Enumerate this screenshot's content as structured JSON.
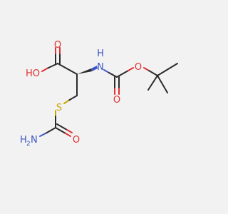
{
  "molecule": {
    "colors": {
      "carbon": "#2b2b2b",
      "oxygen": "#e03030",
      "nitrogen": "#3d57c8",
      "sulfur": "#c9a400",
      "background": "#f2f2f2"
    },
    "labels": {
      "carboxyl_O": "O",
      "hydroxyl_HO": "HO",
      "amine_H": "H",
      "amine_N": "N",
      "carbamate_O_double": "O",
      "carbamate_O_ether": "O",
      "sulfur": "S",
      "amide_O": "O",
      "amide_N": "N",
      "amide_H": "H",
      "amide_H_subscript": "2"
    }
  }
}
